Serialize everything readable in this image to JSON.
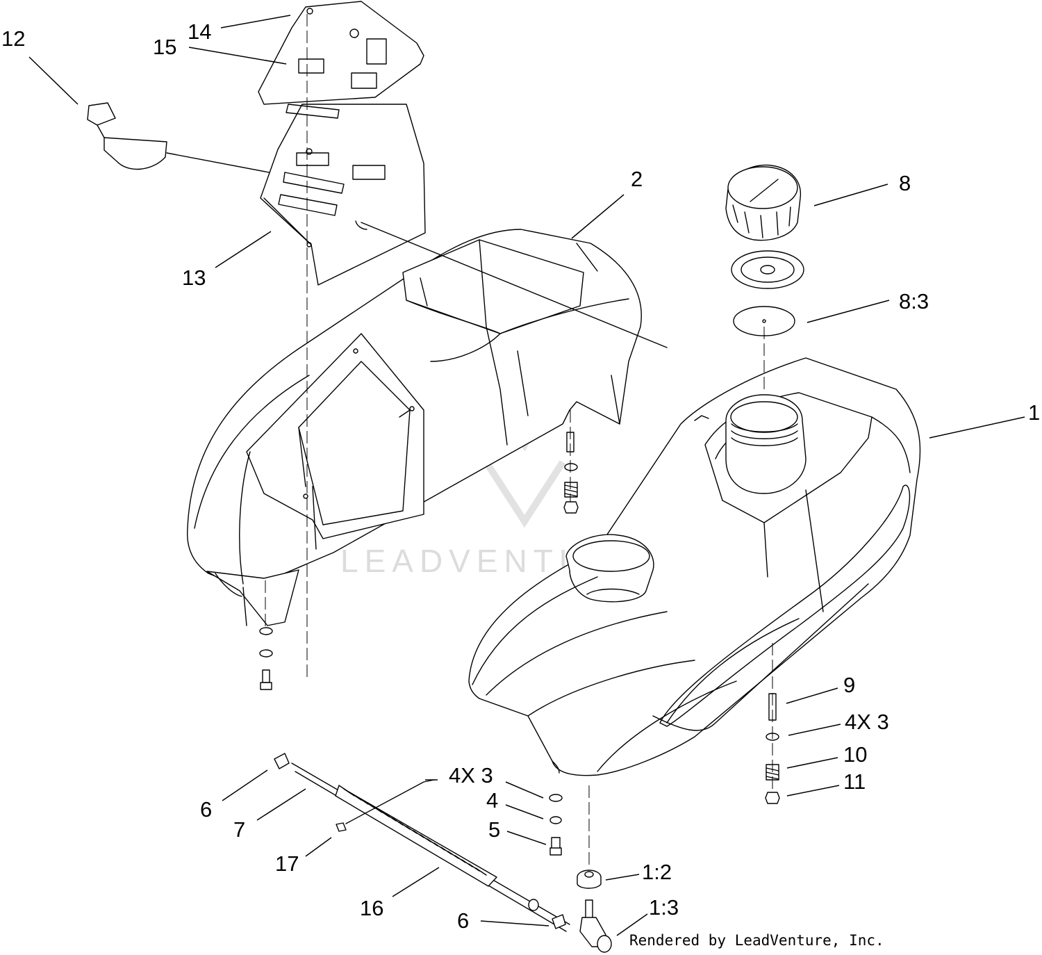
{
  "callouts": [
    {
      "id": "c12",
      "text": "12"
    },
    {
      "id": "c14",
      "text": "14"
    },
    {
      "id": "c15",
      "text": "15"
    },
    {
      "id": "c13",
      "text": "13"
    },
    {
      "id": "c2",
      "text": "2"
    },
    {
      "id": "c8",
      "text": "8"
    },
    {
      "id": "c8-3",
      "text": "8:3"
    },
    {
      "id": "c1",
      "text": "1"
    },
    {
      "id": "c9",
      "text": "9"
    },
    {
      "id": "c4x3-right",
      "text": "4X 3"
    },
    {
      "id": "c10",
      "text": "10"
    },
    {
      "id": "c11",
      "text": "11"
    },
    {
      "id": "c4x3-center",
      "text": "4X 3"
    },
    {
      "id": "c4",
      "text": "4"
    },
    {
      "id": "c5",
      "text": "5"
    },
    {
      "id": "c6-upper",
      "text": "6"
    },
    {
      "id": "c7",
      "text": "7"
    },
    {
      "id": "c17",
      "text": "17"
    },
    {
      "id": "c16",
      "text": "16"
    },
    {
      "id": "c6-lower",
      "text": "6"
    },
    {
      "id": "c1-2",
      "text": "1:2"
    },
    {
      "id": "c1-3",
      "text": "1:3"
    }
  ],
  "watermark": {
    "text": "LEADVENTURE"
  },
  "credit": {
    "text": "Rendered by LeadVenture, Inc."
  }
}
